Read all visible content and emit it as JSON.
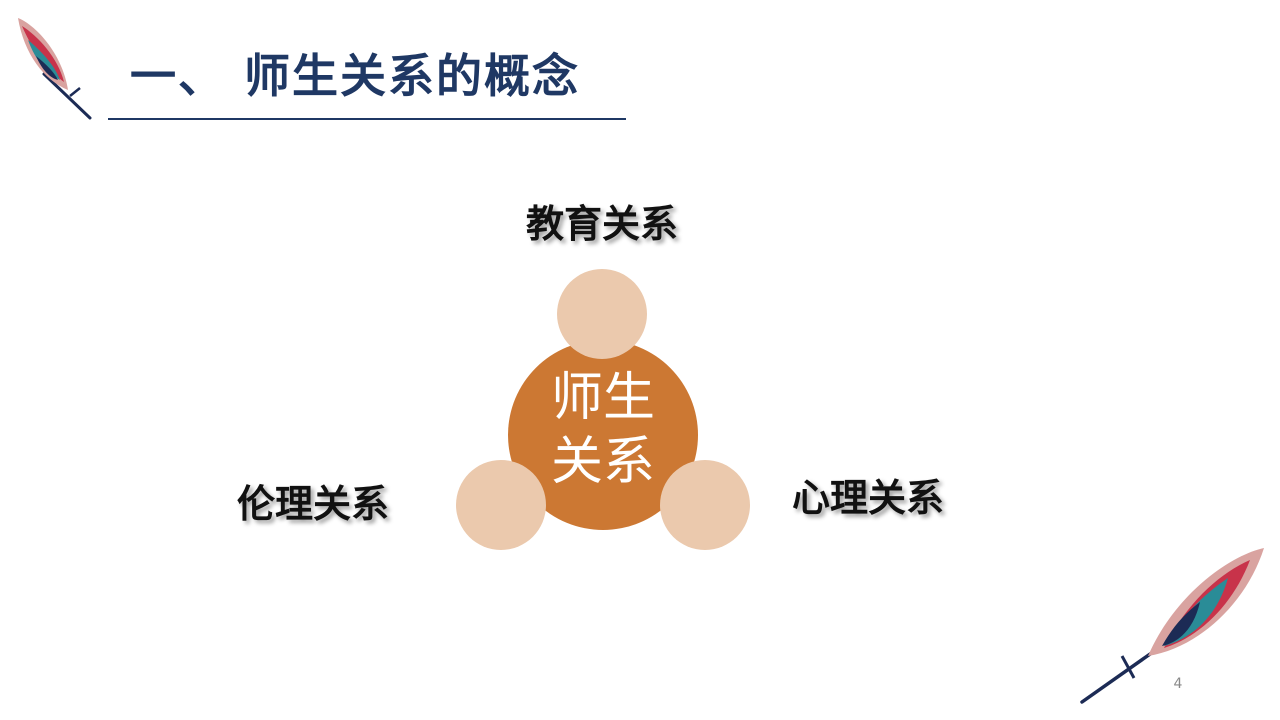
{
  "slide": {
    "title": "一、 师生关系的概念",
    "center": {
      "line1": "师生",
      "line2": "关系"
    },
    "nodes": {
      "top": "教育关系",
      "left": "伦理关系",
      "right": "心理关系"
    },
    "page_number": "4"
  },
  "colors": {
    "title": "#1f3864",
    "center_circle": "#cc7833",
    "small_circles": "#ebc9ad",
    "feather_red": "#c8334a",
    "feather_teal": "#2a8c97",
    "feather_navy": "#1c2b55",
    "feather_pink": "#d9a3a0"
  },
  "icons": {
    "top_left": "feather-icon",
    "bottom_right": "feather-icon"
  }
}
